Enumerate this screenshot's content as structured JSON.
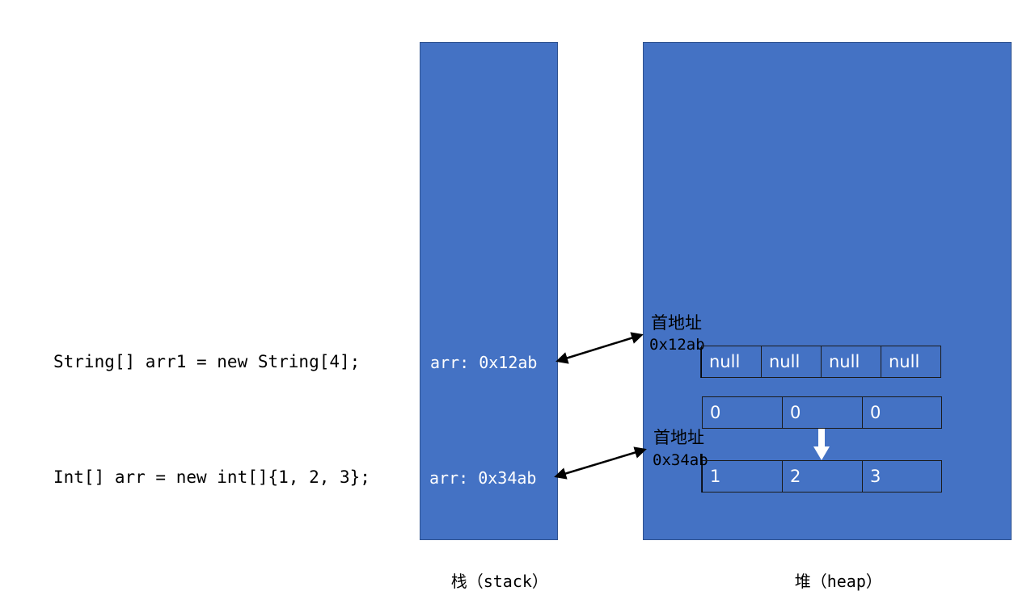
{
  "colors": {
    "panel_fill": "#4472c4",
    "panel_border": "#2f528f",
    "arrow": "#000000",
    "cell_text": "#ffffff"
  },
  "code": {
    "line1": "String[] arr1 = new String[4];",
    "line2": "Int[] arr = new int[]{1, 2, 3};"
  },
  "stack": {
    "var1": "arr: 0x12ab",
    "var2": "arr: 0x34ab",
    "label_cn": "栈",
    "label_en": "（stack）"
  },
  "heap": {
    "label_cn": "堆",
    "label_en": "（heap）",
    "addr1_title": "首地址",
    "addr1_value": "0x12ab",
    "addr2_title": "首地址",
    "addr2_value": "0x34ab",
    "string_array": [
      "null",
      "null",
      "null",
      "null"
    ],
    "int_array_default": [
      "0",
      "0",
      "0"
    ],
    "int_array_init": [
      "1",
      "2",
      "3"
    ]
  }
}
